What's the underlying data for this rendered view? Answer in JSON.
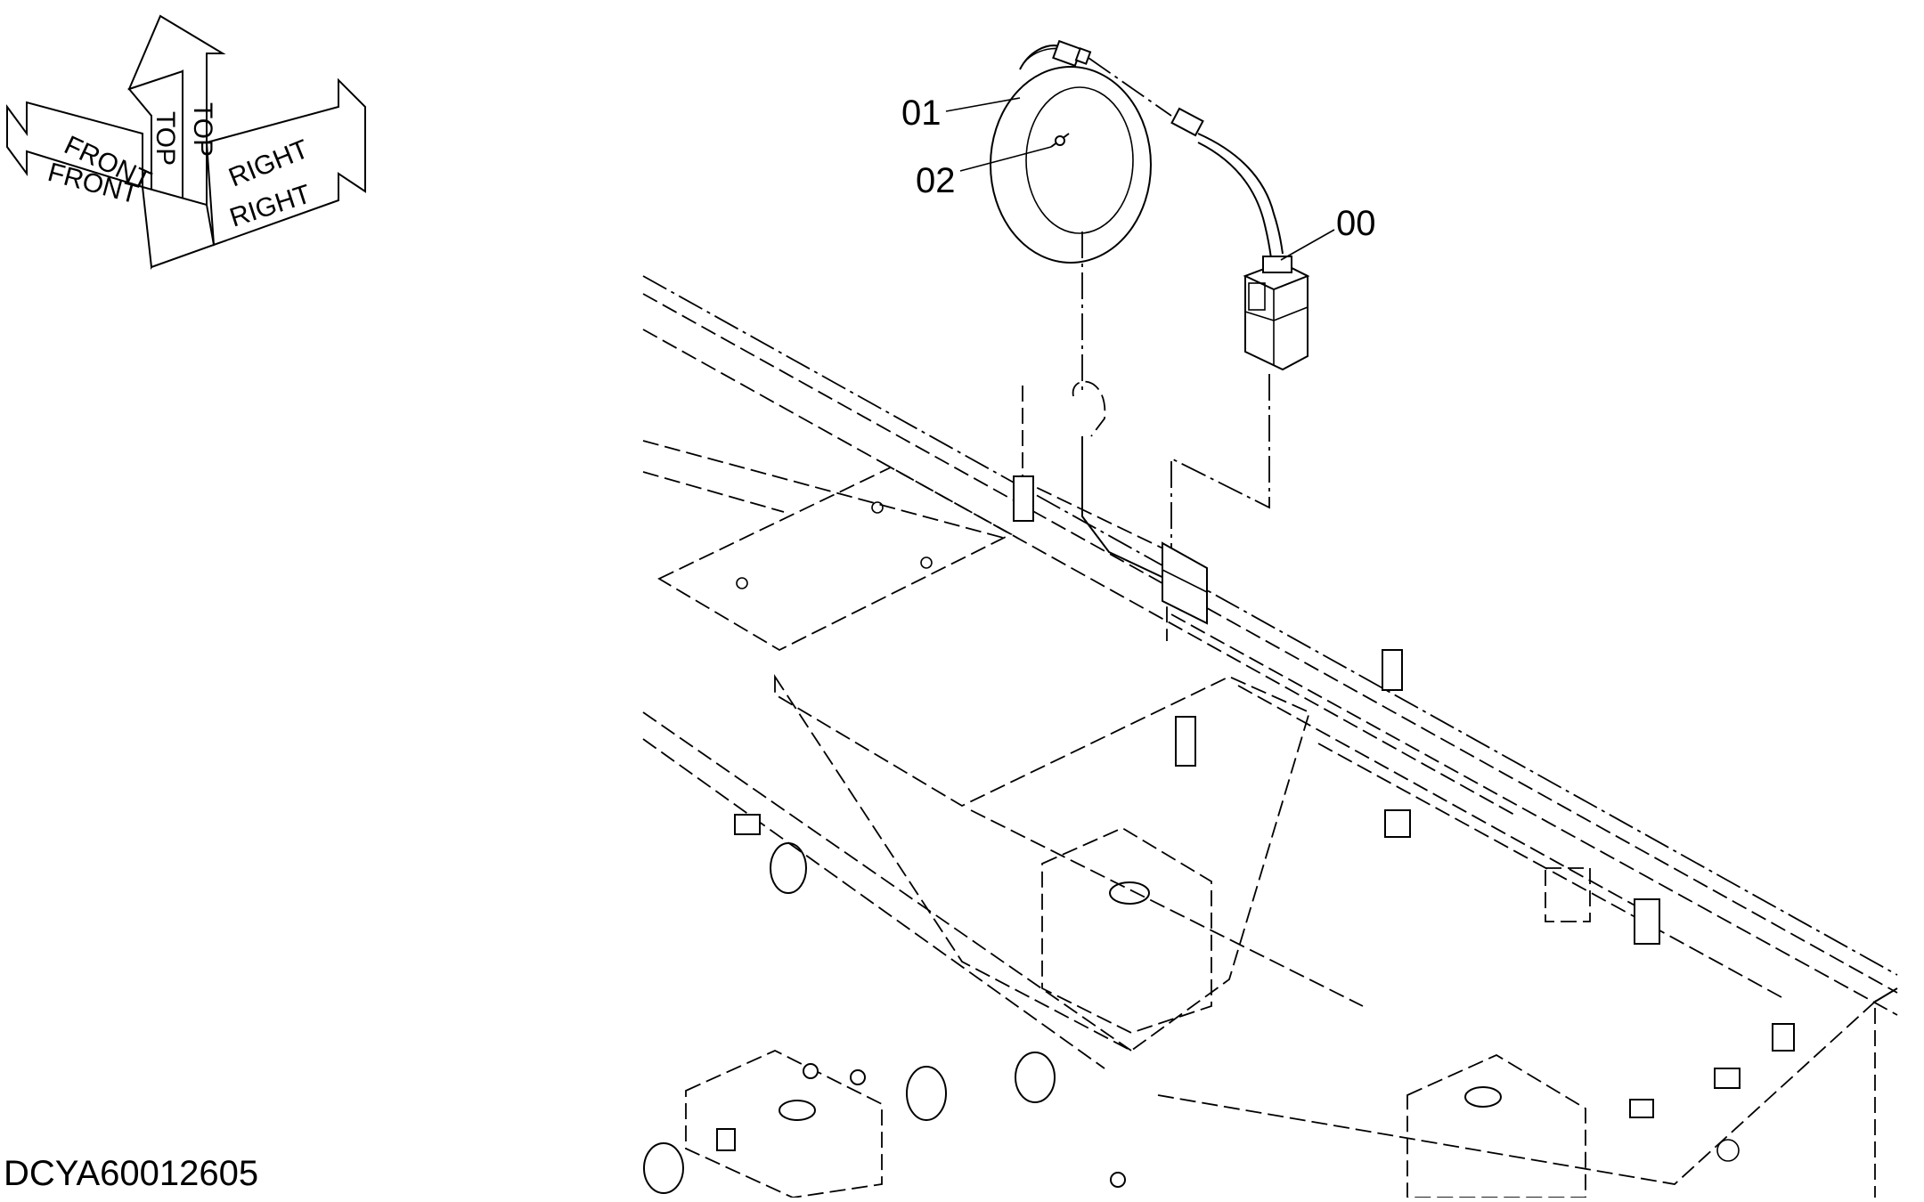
{
  "orientation": {
    "front_label": "FRONT",
    "top_label": "TOP",
    "right_label": "RIGHT"
  },
  "callouts": [
    {
      "id": "00"
    },
    {
      "id": "01"
    },
    {
      "id": "02"
    }
  ],
  "drawing_code": "DCYA60012605"
}
